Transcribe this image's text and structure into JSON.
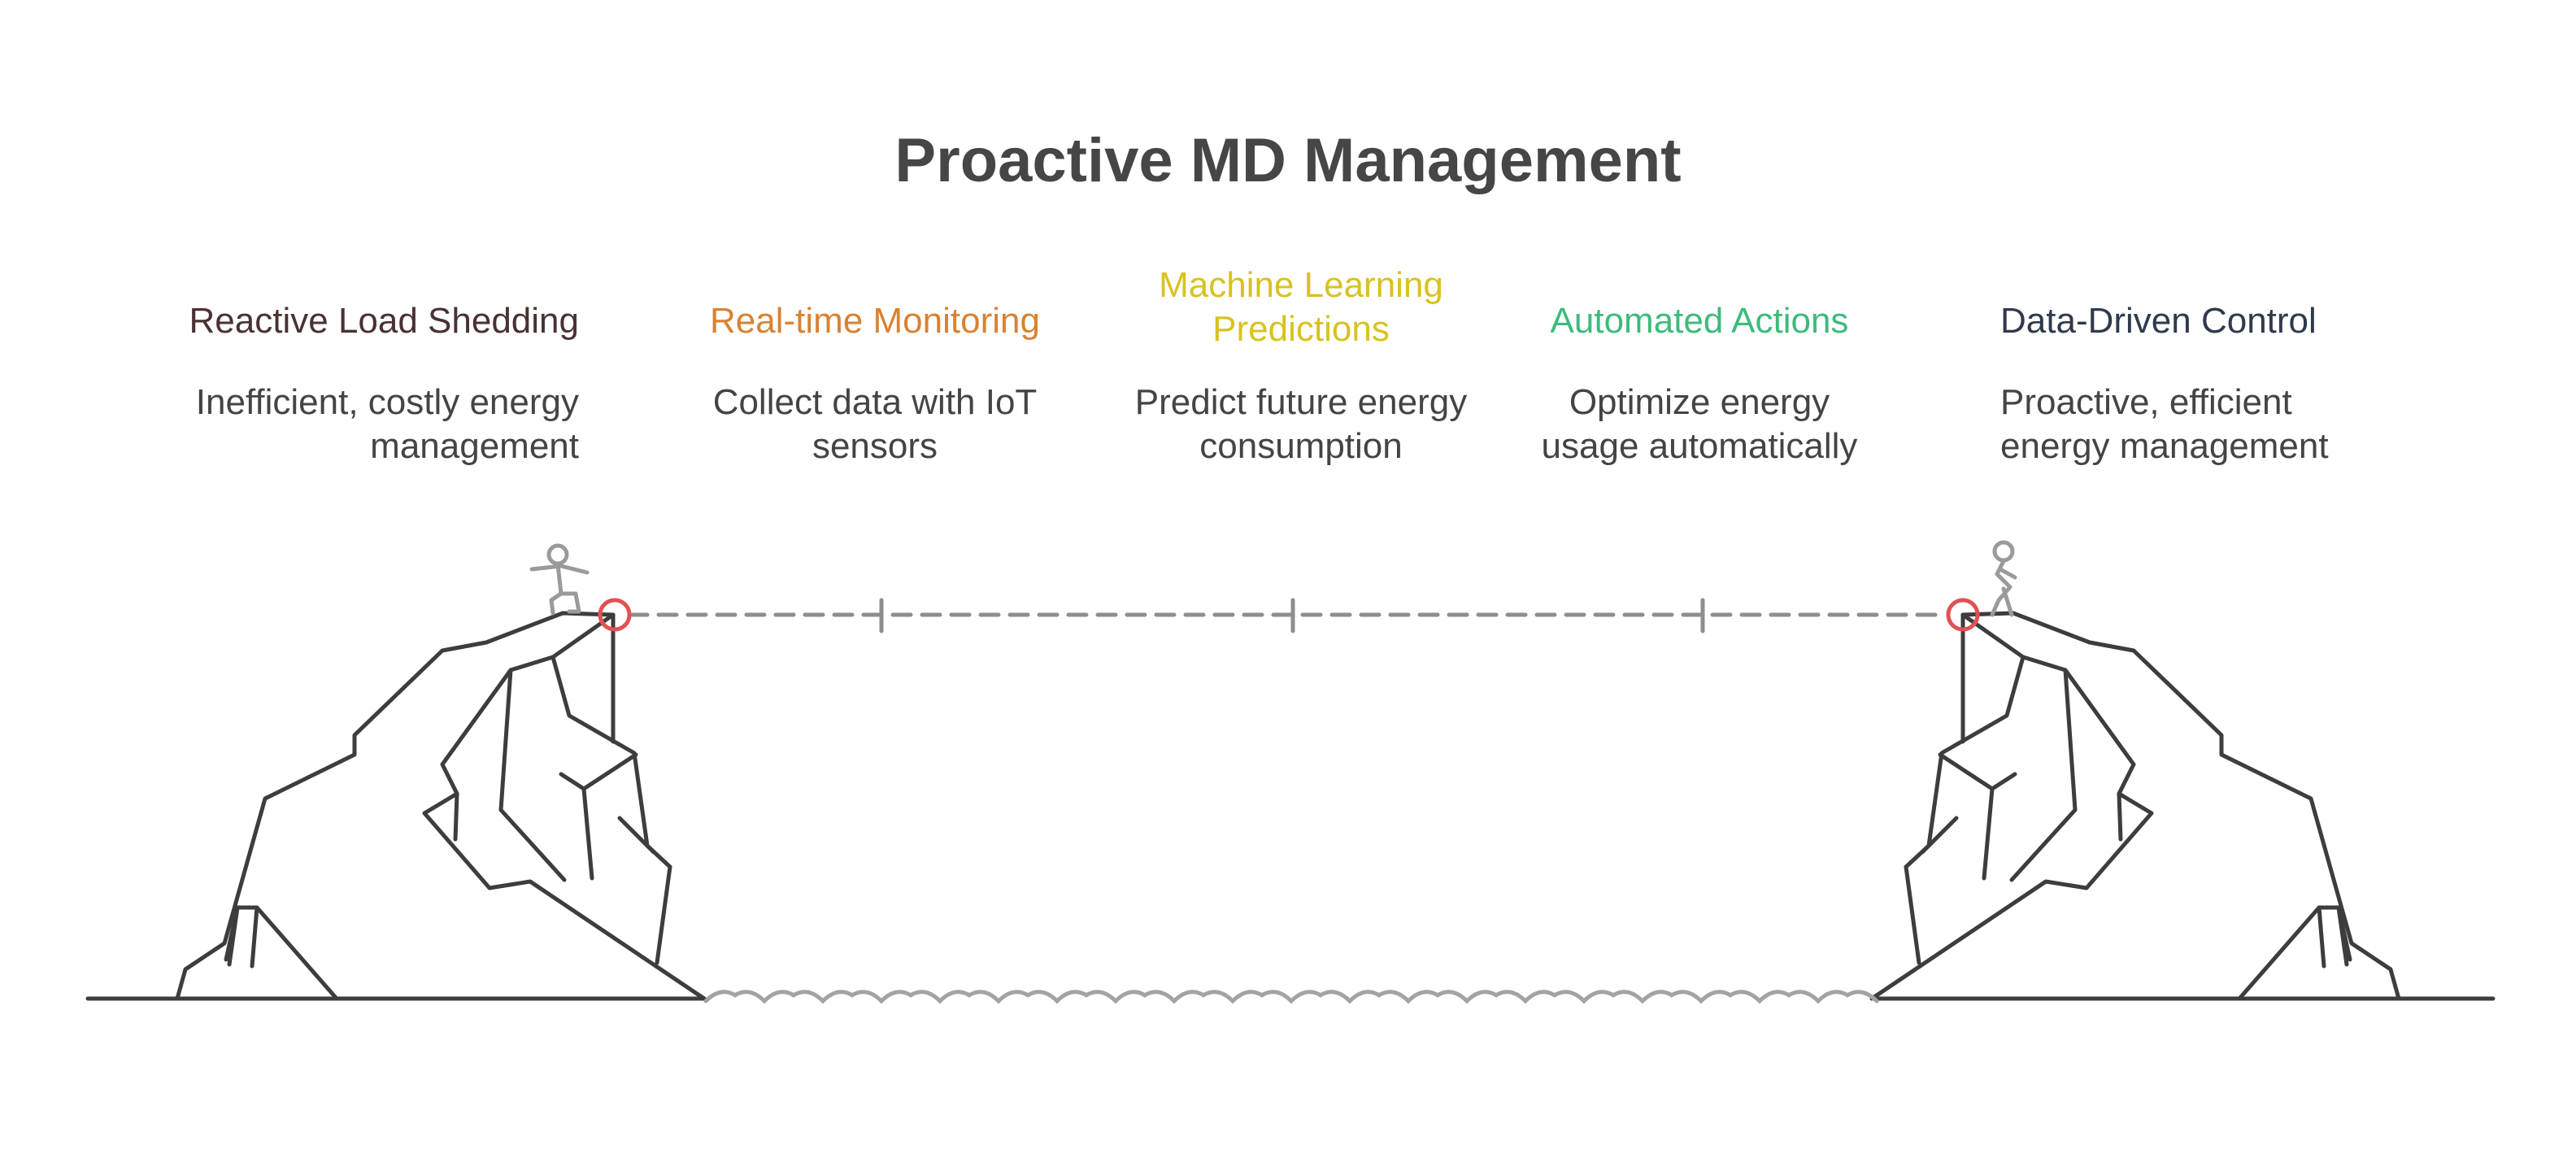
{
  "title": "Proactive MD Management",
  "colors": {
    "outline": "#3d3d3d",
    "bridge": "#8e8e8e",
    "marker": "#e05252",
    "water": "#a3a3a3",
    "text": "#444444"
  },
  "stages": [
    {
      "label_lines": [
        "Reactive Load Shedding"
      ],
      "desc_lines": [
        "Inefficient, costly energy",
        "management"
      ],
      "color": "#4a3232"
    },
    {
      "label_lines": [
        "Real-time Monitoring"
      ],
      "desc_lines": [
        "Collect data with IoT",
        "sensors"
      ],
      "color": "#d98231"
    },
    {
      "label_lines": [
        "Machine Learning",
        "Predictions"
      ],
      "desc_lines": [
        "Predict future energy",
        "consumption"
      ],
      "color": "#d9c21f"
    },
    {
      "label_lines": [
        "Automated Actions"
      ],
      "desc_lines": [
        "Optimize energy",
        "usage automatically"
      ],
      "color": "#3dbb7c"
    },
    {
      "label_lines": [
        "Data-Driven Control"
      ],
      "desc_lines": [
        "Proactive, efficient",
        "energy management"
      ],
      "color": "#2f3a4d"
    }
  ],
  "icons": {
    "left_figure": "person-balancing-icon",
    "right_figure": "person-standing-icon",
    "left_marker": "start-point-circle-icon",
    "right_marker": "end-point-circle-icon"
  }
}
